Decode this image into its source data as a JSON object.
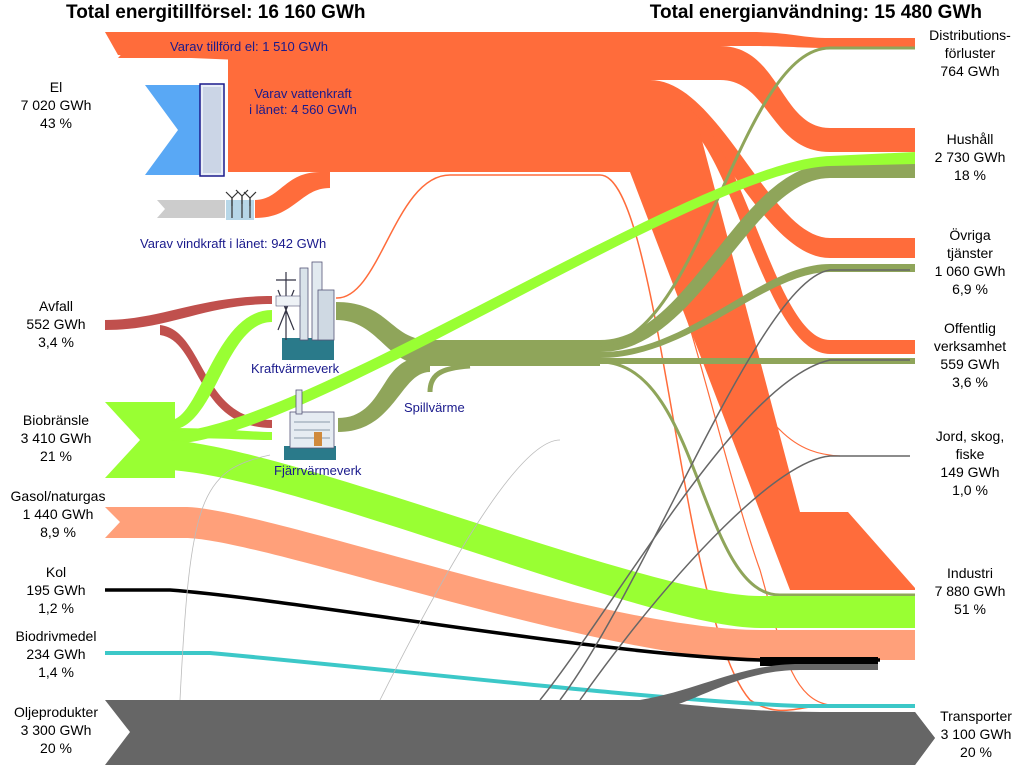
{
  "totals": {
    "supply": "Total energitillförsel: 16 160 GWh",
    "use": "Total energianvändning: 15 480 GWh"
  },
  "sources": {
    "el": {
      "name": "El",
      "gwh": "7 020 GWh",
      "pct": "43 %"
    },
    "avfall": {
      "name": "Avfall",
      "gwh": "552 GWh",
      "pct": "3,4 %"
    },
    "biobransle": {
      "name": "Biobränsle",
      "gwh": "3 410 GWh",
      "pct": "21 %"
    },
    "gasol": {
      "name": "Gasol/naturgas",
      "gwh": "1 440 GWh",
      "pct": "8,9 %"
    },
    "kol": {
      "name": "Kol",
      "gwh": "195 GWh",
      "pct": "1,2 %"
    },
    "biodrivmedel": {
      "name": "Biodrivmedel",
      "gwh": "234 GWh",
      "pct": "1,4 %"
    },
    "olja": {
      "name": "Oljeprodukter",
      "gwh": "3 300 GWh",
      "pct": "20 %"
    }
  },
  "sub_labels": {
    "tillford": "Varav tillförd el: 1 510 GWh",
    "vatten_1": "Varav vattenkraft",
    "vatten_2": "i länet: 4 560 GWh",
    "vind": "Varav vindkraft i länet: 942 GWh",
    "kraftvarme": "Kraftvärmeverk",
    "fjarrvarme": "Fjärrvärmeverk",
    "spillvarme": "Spillvärme"
  },
  "sinks": {
    "distribution": {
      "name_1": "Distributions-",
      "name_2": "förluster",
      "gwh": "764 GWh"
    },
    "hushall": {
      "name": "Hushåll",
      "gwh": "2 730 GWh",
      "pct": "18 %"
    },
    "ovriga": {
      "name_1": "Övriga",
      "name_2": "tjänster",
      "gwh": "1 060 GWh",
      "pct": "6,9 %"
    },
    "offentlig": {
      "name_1": "Offentlig",
      "name_2": "verksamhet",
      "gwh": "559 GWh",
      "pct": "3,6 %"
    },
    "jord": {
      "name_1": "Jord, skog,",
      "name_2": "fiske",
      "gwh": "149 GWh",
      "pct": "1,0 %"
    },
    "industri": {
      "name": "Industri",
      "gwh": "7 880 GWh",
      "pct": "51 %"
    },
    "transport": {
      "name": "Transporter",
      "gwh": "3 100 GWh",
      "pct": "20 %"
    }
  },
  "colors": {
    "el": "#ff6c3b",
    "water": "#59a8f5",
    "wind": "#cccccc",
    "avfall": "#c0504d",
    "bio": "#99ff33",
    "heat": "#8fa55a",
    "gas": "#ffa07a",
    "kol": "#000000",
    "biodrivmedel": "#3cc8c8",
    "olja": "#666666"
  }
}
